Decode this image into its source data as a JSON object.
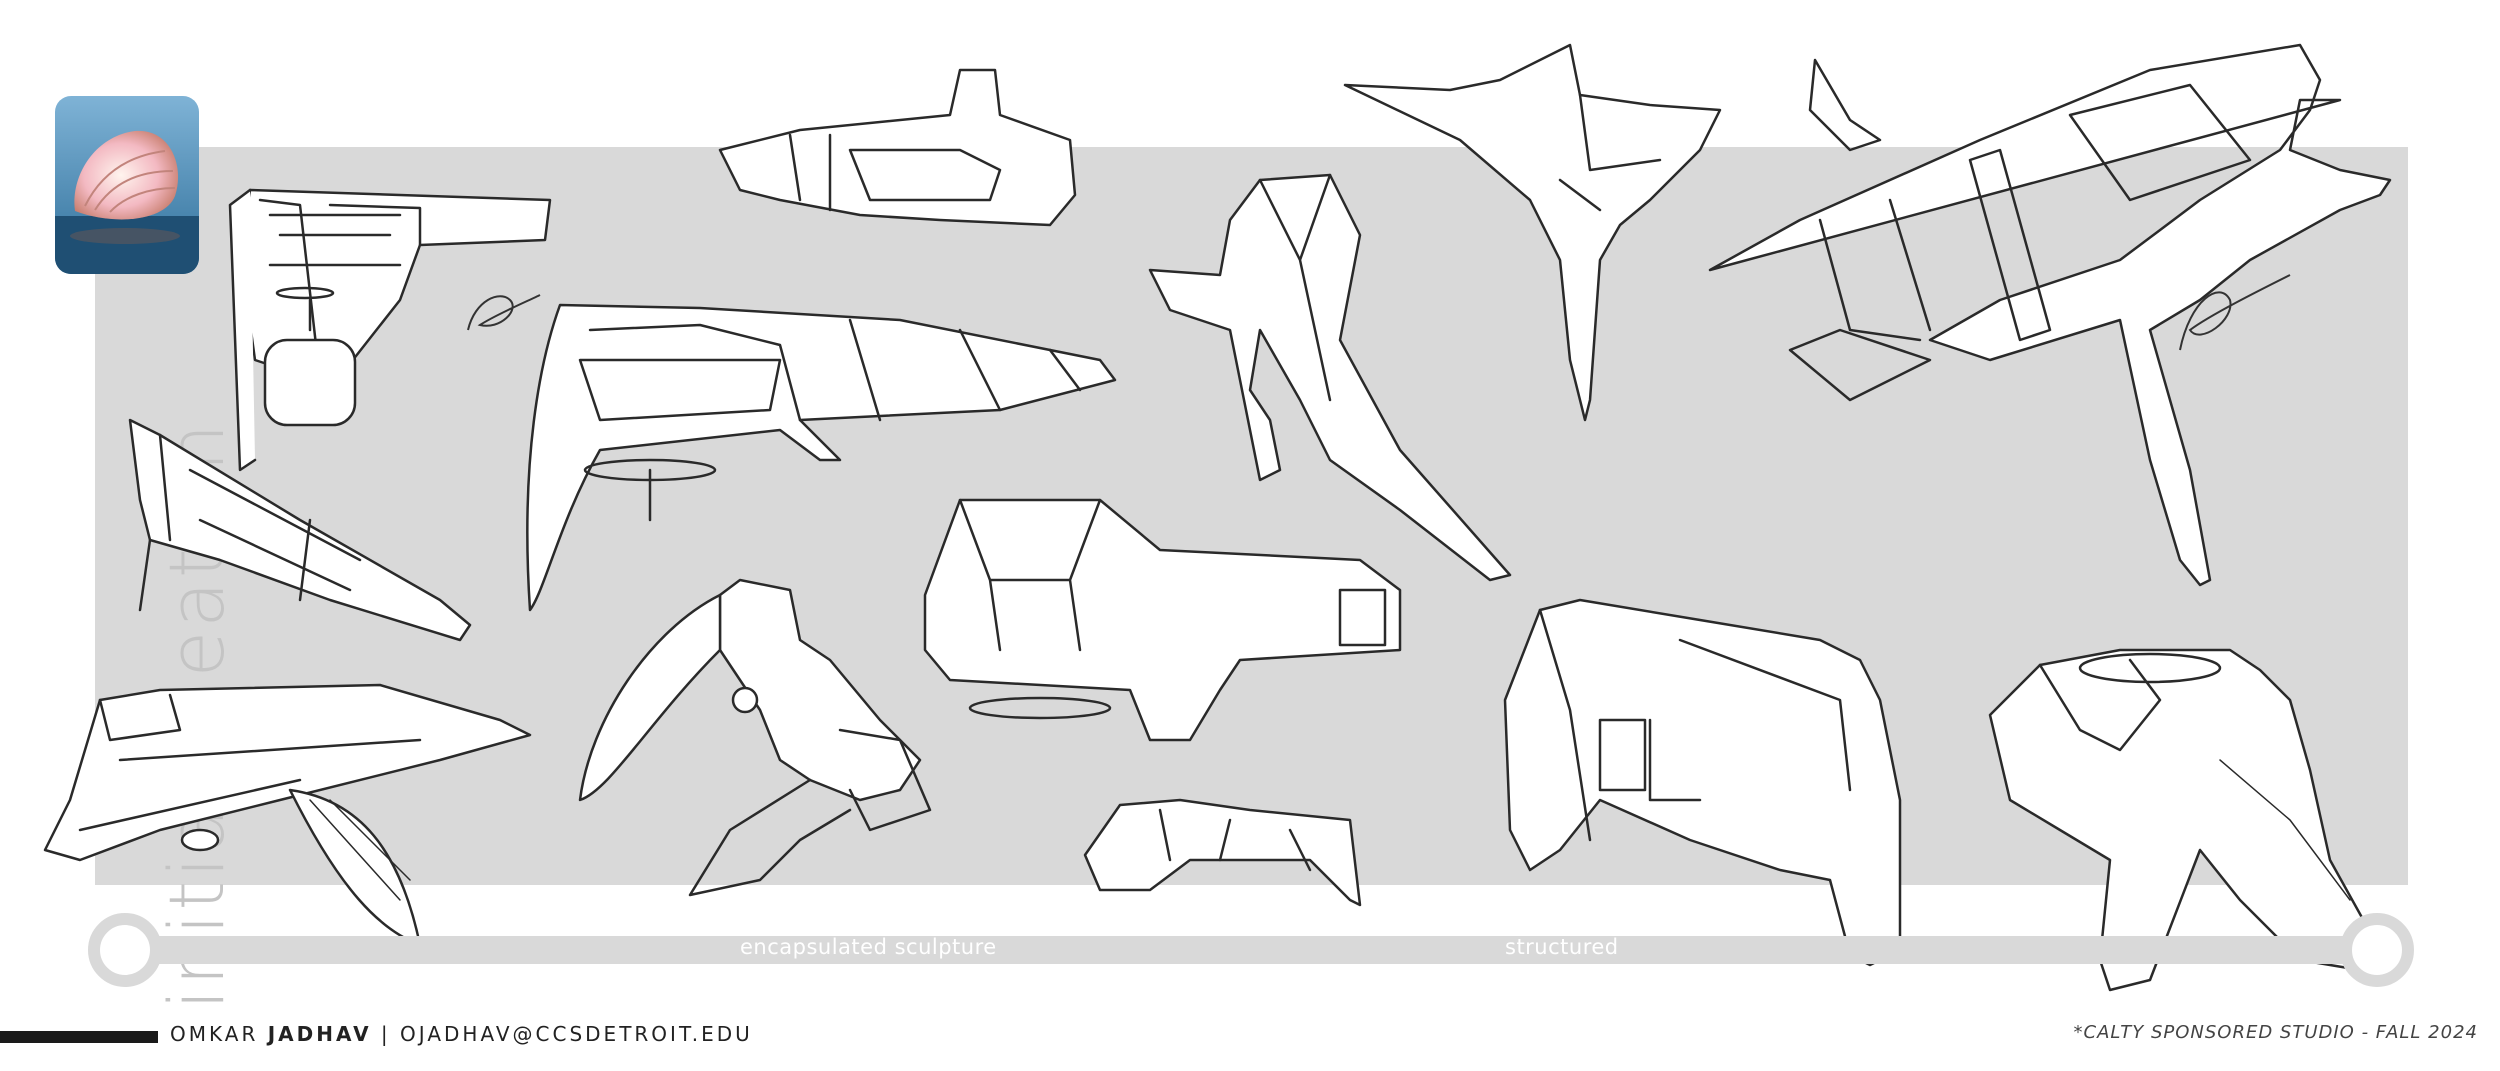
{
  "board": {
    "vertical_title": "initial ideation",
    "timeline": {
      "label_left": "encapsulated sculpture",
      "label_right": "structured"
    },
    "footer": {
      "first_name": "OMKAR",
      "last_name": "JADHAV",
      "separator": "|",
      "email": "OJADHAV@CCSDETROIT.EDU",
      "studio_note": "*CALTY SPONSORED STUDIO - FALL 2024"
    }
  },
  "icons": {
    "reference_image": "seashell-photo",
    "signature": "signature-icon"
  }
}
